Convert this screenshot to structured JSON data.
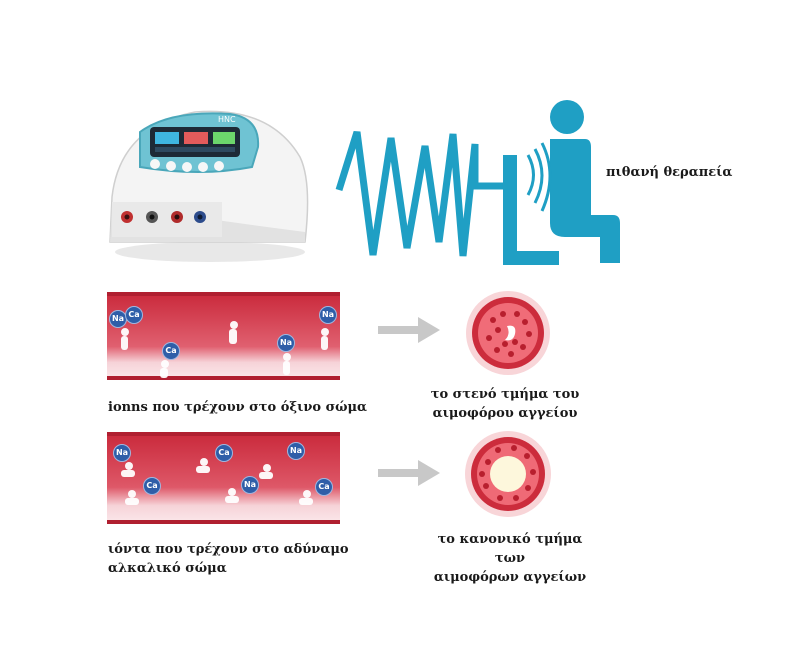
{
  "device": {
    "brand": "HNC"
  },
  "therapy": {
    "label": "πιθανή θεραπεία"
  },
  "rows": [
    {
      "left_caption": "ionns που τρέχουν στο όξινο σώμα",
      "right_caption_1": "το στενό τμήμα του",
      "right_caption_2": "αιμοφόρου αγγείου",
      "ions": [
        "Na",
        "Ca",
        "Ca",
        "Na",
        "Na"
      ]
    },
    {
      "left_caption_1": "ιόντα που τρέχουν στο αδύναμο",
      "left_caption_2": "αλκαλικό σώμα",
      "right_caption_1": "το κανονικό τμήμα των",
      "right_caption_2": "αιμοφόρων αγγείων",
      "ions": [
        "Na",
        "Ca",
        "Na",
        "Ca",
        "Na",
        "Ca"
      ]
    }
  ],
  "colors": {
    "wave": "#1f9fc4",
    "vessel_red": "#c9283a",
    "vessel_pink": "#f3c6cc",
    "ion": "#2f5ea8",
    "arrow": "#c8c8c8"
  }
}
